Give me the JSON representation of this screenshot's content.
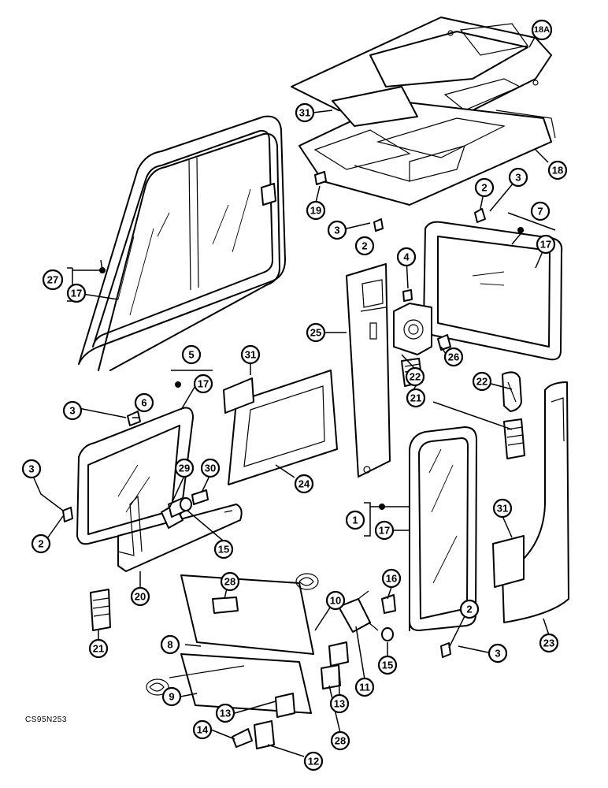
{
  "figure": {
    "drawing_code": "CS95N253",
    "callouts": {
      "c18a": "18A",
      "c31a": "31",
      "c18": "18",
      "c19": "19",
      "c2a": "2",
      "c3a": "3",
      "c3b": "3",
      "c2b": "2",
      "c7": "7",
      "c17a": "17",
      "c4": "4",
      "c27": "27",
      "c17b": "17",
      "c25": "25",
      "c26": "26",
      "c22a": "22",
      "c22b": "22",
      "c5": "5",
      "c31b": "31",
      "c17c": "17",
      "c3c": "3",
      "c6": "6",
      "c21a": "21",
      "c3d": "3",
      "c29": "29",
      "c30": "30",
      "c24": "24",
      "c2c": "2",
      "c15a": "15",
      "c1": "1",
      "c17d": "17",
      "c31c": "31",
      "c28a": "28",
      "c10": "10",
      "c20": "20",
      "c16": "16",
      "c2d": "2",
      "c8": "8",
      "c15b": "15",
      "c3e": "3",
      "c23": "23",
      "c21b": "21",
      "c9": "9",
      "c11": "11",
      "c13a": "13",
      "c13b": "13",
      "c14": "14",
      "c28b": "28",
      "c12": "12"
    }
  }
}
